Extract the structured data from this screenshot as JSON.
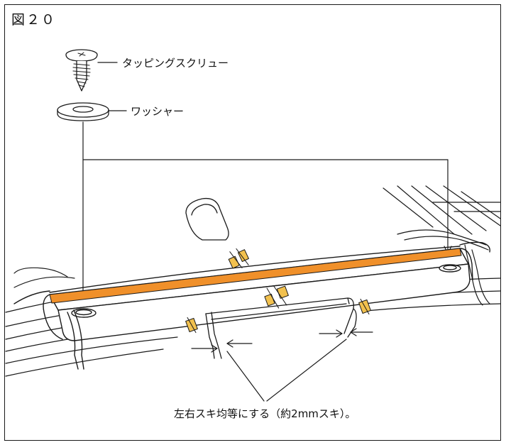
{
  "figure": {
    "title": "図２０",
    "labels": {
      "screw": "タッピングスクリュー",
      "washer": "ワッシャー",
      "gap_note": "左右スキ均等にする（約2mmスキ）。"
    },
    "colors": {
      "accent_strip": "#F0902A",
      "tape": "#F2C14E",
      "line": "#1A1A1A"
    }
  }
}
